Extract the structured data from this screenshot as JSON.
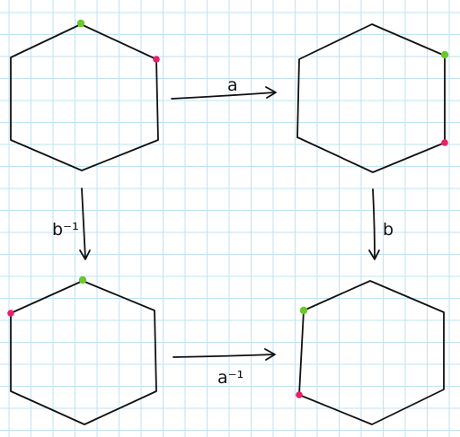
{
  "diagram": {
    "labels": {
      "a": "a",
      "b": "b",
      "b_inverse": "b⁻¹",
      "a_inverse": "a⁻¹"
    },
    "colors": {
      "grid": "#bfe3f2",
      "line": "#111111",
      "vertex_green": "#6cc72a",
      "vertex_pink": "#e8206b"
    },
    "hexagons": [
      {
        "id": "top-left",
        "marked": [
          "green-top",
          "pink-upper-right"
        ]
      },
      {
        "id": "top-right",
        "marked": [
          "green-upper-right",
          "pink-lower-right"
        ]
      },
      {
        "id": "bottom-left",
        "marked": [
          "green-top",
          "pink-upper-left"
        ]
      },
      {
        "id": "bottom-right",
        "marked": [
          "green-upper-left",
          "pink-lower-left"
        ]
      }
    ],
    "arrows": [
      {
        "from": "top-left",
        "to": "top-right",
        "label": "a"
      },
      {
        "from": "top-right",
        "to": "bottom-right",
        "label": "b"
      },
      {
        "from": "top-left",
        "to": "bottom-left",
        "label": "b_inverse"
      },
      {
        "from": "bottom-left",
        "to": "bottom-right",
        "label": "a_inverse"
      }
    ]
  }
}
